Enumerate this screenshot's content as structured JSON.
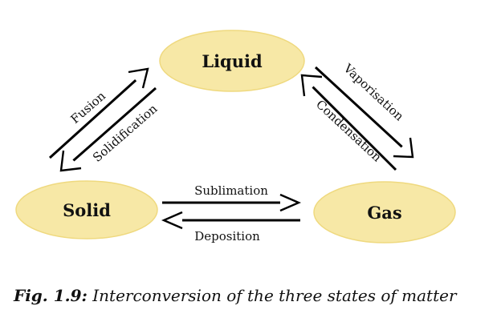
{
  "nodes": {
    "liquid": "Liquid",
    "solid": "Solid",
    "gas": "Gas"
  },
  "processes": {
    "fusion": "Fusion",
    "solidification": "Solidification",
    "vaporisation": "Vaporisation",
    "condensation": "Condensation",
    "sublimation": "Sublimation",
    "deposition": "Deposition"
  },
  "caption": {
    "number": "Fig. 1.9:",
    "text": "Interconversion of the three states of matter"
  },
  "colors": {
    "state_fill": "#f7e8a6",
    "arrow": "#000000"
  }
}
